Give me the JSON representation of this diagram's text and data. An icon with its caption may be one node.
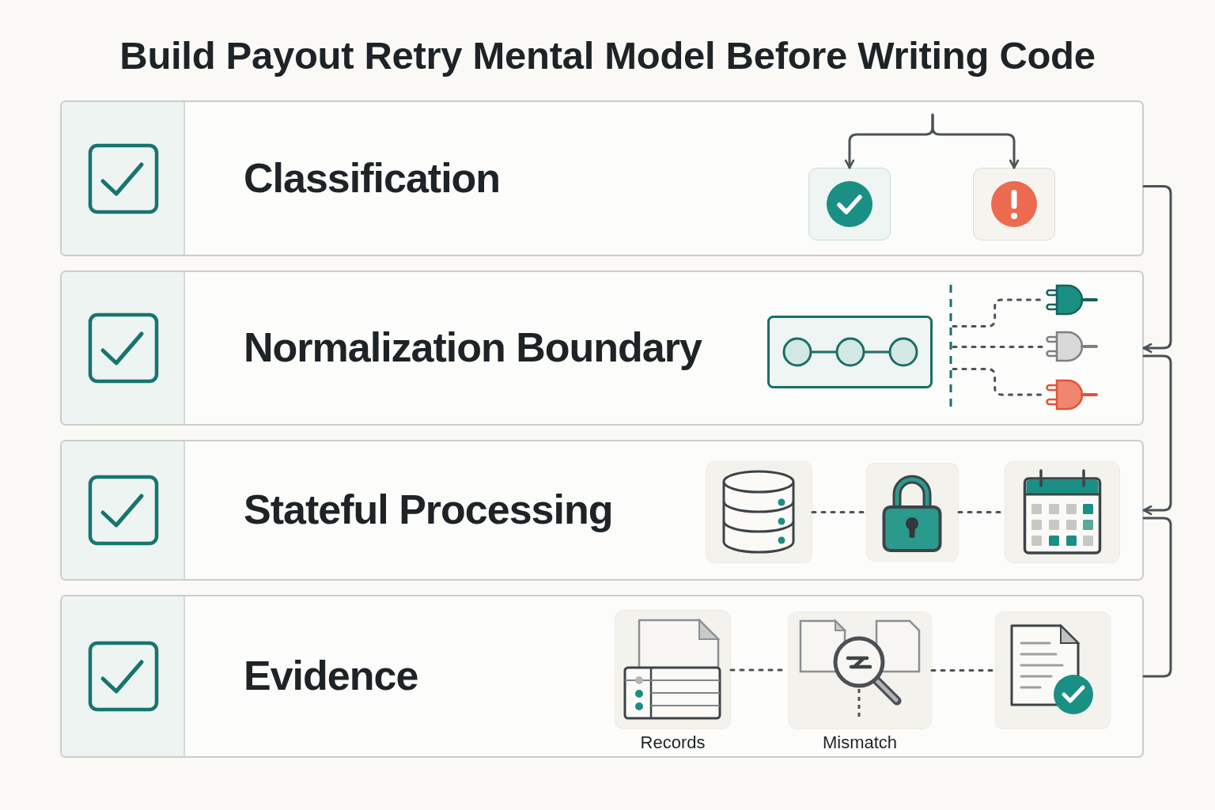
{
  "diagram": {
    "title": "Build Payout Retry Mental Model Before Writing Code",
    "nodes": [
      {
        "text": [
          "Classification"
        ]
      },
      {
        "text": [],
        "shape": "picture",
        "in": 0
      },
      {
        "text": [],
        "shape": "picture",
        "in": 0
      },
      {
        "text": [
          "Normalization Boundary"
        ]
      },
      {
        "text": [],
        "shape": "picture",
        "in": 3
      },
      {
        "text": [],
        "shape": "line",
        "in": 3
      },
      {
        "text": [],
        "shape": "plug",
        "in": 3
      },
      {
        "text": [],
        "shape": "plug",
        "in": 3
      },
      {
        "text": [],
        "shape": "plug",
        "in": 3
      },
      {
        "text": [
          "Stateful Processing"
        ]
      },
      {
        "text": [],
        "shape": "picture",
        "in": 9
      },
      {
        "text": [],
        "shape": "picture",
        "in": 9
      },
      {
        "text": [],
        "shape": "picture",
        "in": 9
      },
      {
        "text": [
          "Evidence"
        ]
      },
      {
        "text": [],
        "shape": "picture",
        "in": 13,
        "beside": [
          "Records"
        ]
      },
      {
        "text": [],
        "shape": "picture",
        "in": 13,
        "beside": [
          "Mismatch"
        ]
      },
      {
        "text": [],
        "shape": "picture",
        "in": 13
      }
    ],
    "edges": [
      {
        "from": null,
        "to": 1,
        "arrow": "to"
      },
      {
        "from": null,
        "to": 2,
        "arrow": "to"
      },
      {
        "from": 0,
        "to": 3,
        "arrow": "to"
      },
      {
        "from": 5,
        "to": 6,
        "arrow": "none",
        "style": "dashed"
      },
      {
        "from": 5,
        "to": 7,
        "arrow": "none",
        "style": "dashed"
      },
      {
        "from": 5,
        "to": 8,
        "arrow": "none",
        "style": "dashed"
      },
      {
        "from": 3,
        "to": 9,
        "arrow": "to"
      },
      {
        "from": 10,
        "to": 11,
        "arrow": "none",
        "style": "dashed"
      },
      {
        "from": 11,
        "to": 12,
        "arrow": "none",
        "style": "dashed"
      },
      {
        "from": 9,
        "to": 13,
        "arrow": "none"
      },
      {
        "from": 14,
        "to": 15,
        "arrow": "none",
        "style": "dashed"
      },
      {
        "from": 15,
        "to": 16,
        "arrow": "none",
        "style": "dashed"
      }
    ]
  }
}
